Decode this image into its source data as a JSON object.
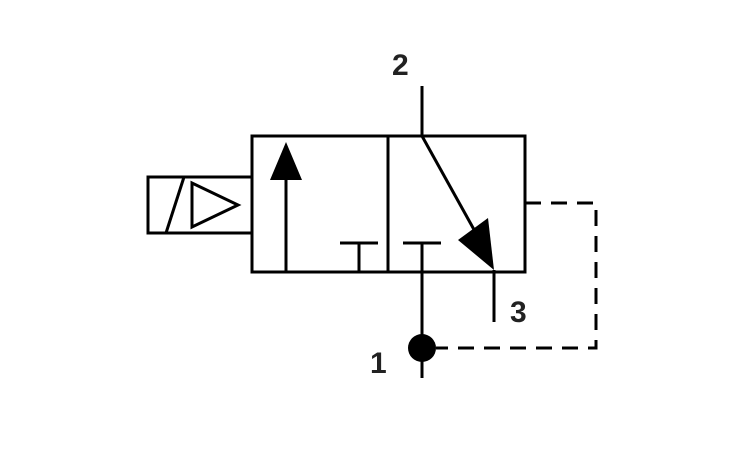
{
  "diagram": {
    "description_free": true,
    "ports": {
      "port_2": "2",
      "port_3": "3",
      "port_1": "1"
    },
    "colors": {
      "stroke": "#000000",
      "label": "#222222",
      "background": "#ffffff"
    }
  }
}
